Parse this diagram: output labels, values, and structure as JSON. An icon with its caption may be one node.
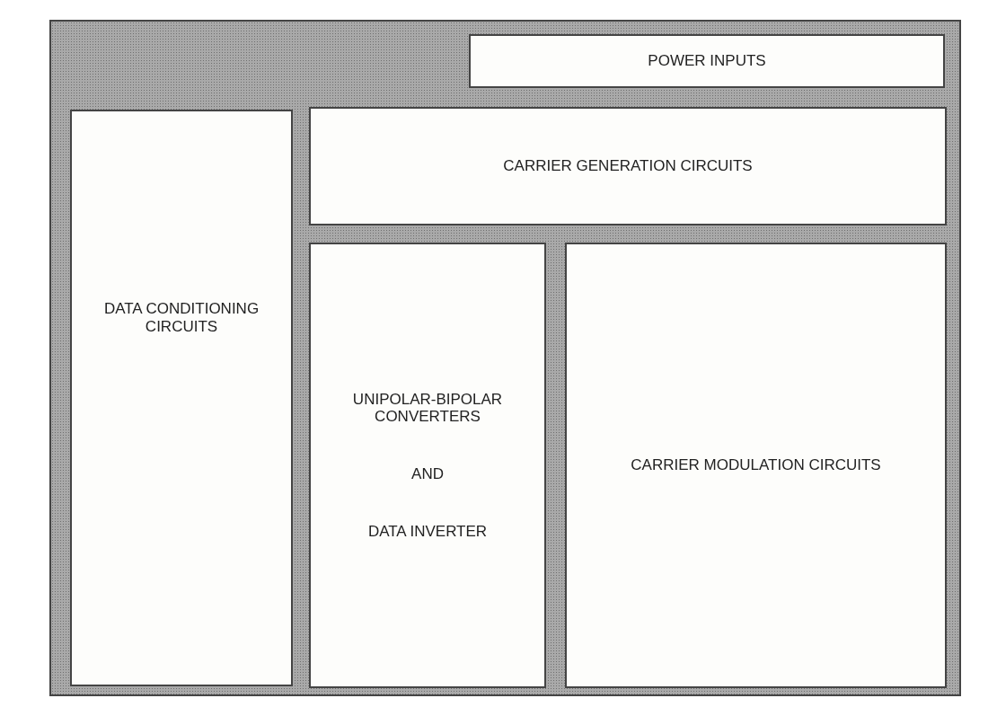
{
  "diagram": {
    "nodes": [
      {
        "text": [],
        "shape": "box"
      },
      {
        "text": [
          "POWER INPUTS"
        ],
        "in": 0
      },
      {
        "text": [
          "DATA CONDITIONING CIRCUITS"
        ],
        "in": 0
      },
      {
        "text": [
          "CARRIER GENERATION CIRCUITS"
        ],
        "in": 0
      },
      {
        "text": [
          "UNIPOLAR-BIPOLAR CONVERTERS",
          "AND",
          "DATA INVERTER"
        ],
        "in": 0
      },
      {
        "text": [
          "CARRIER MODULATION CIRCUITS"
        ],
        "in": 0
      }
    ]
  }
}
